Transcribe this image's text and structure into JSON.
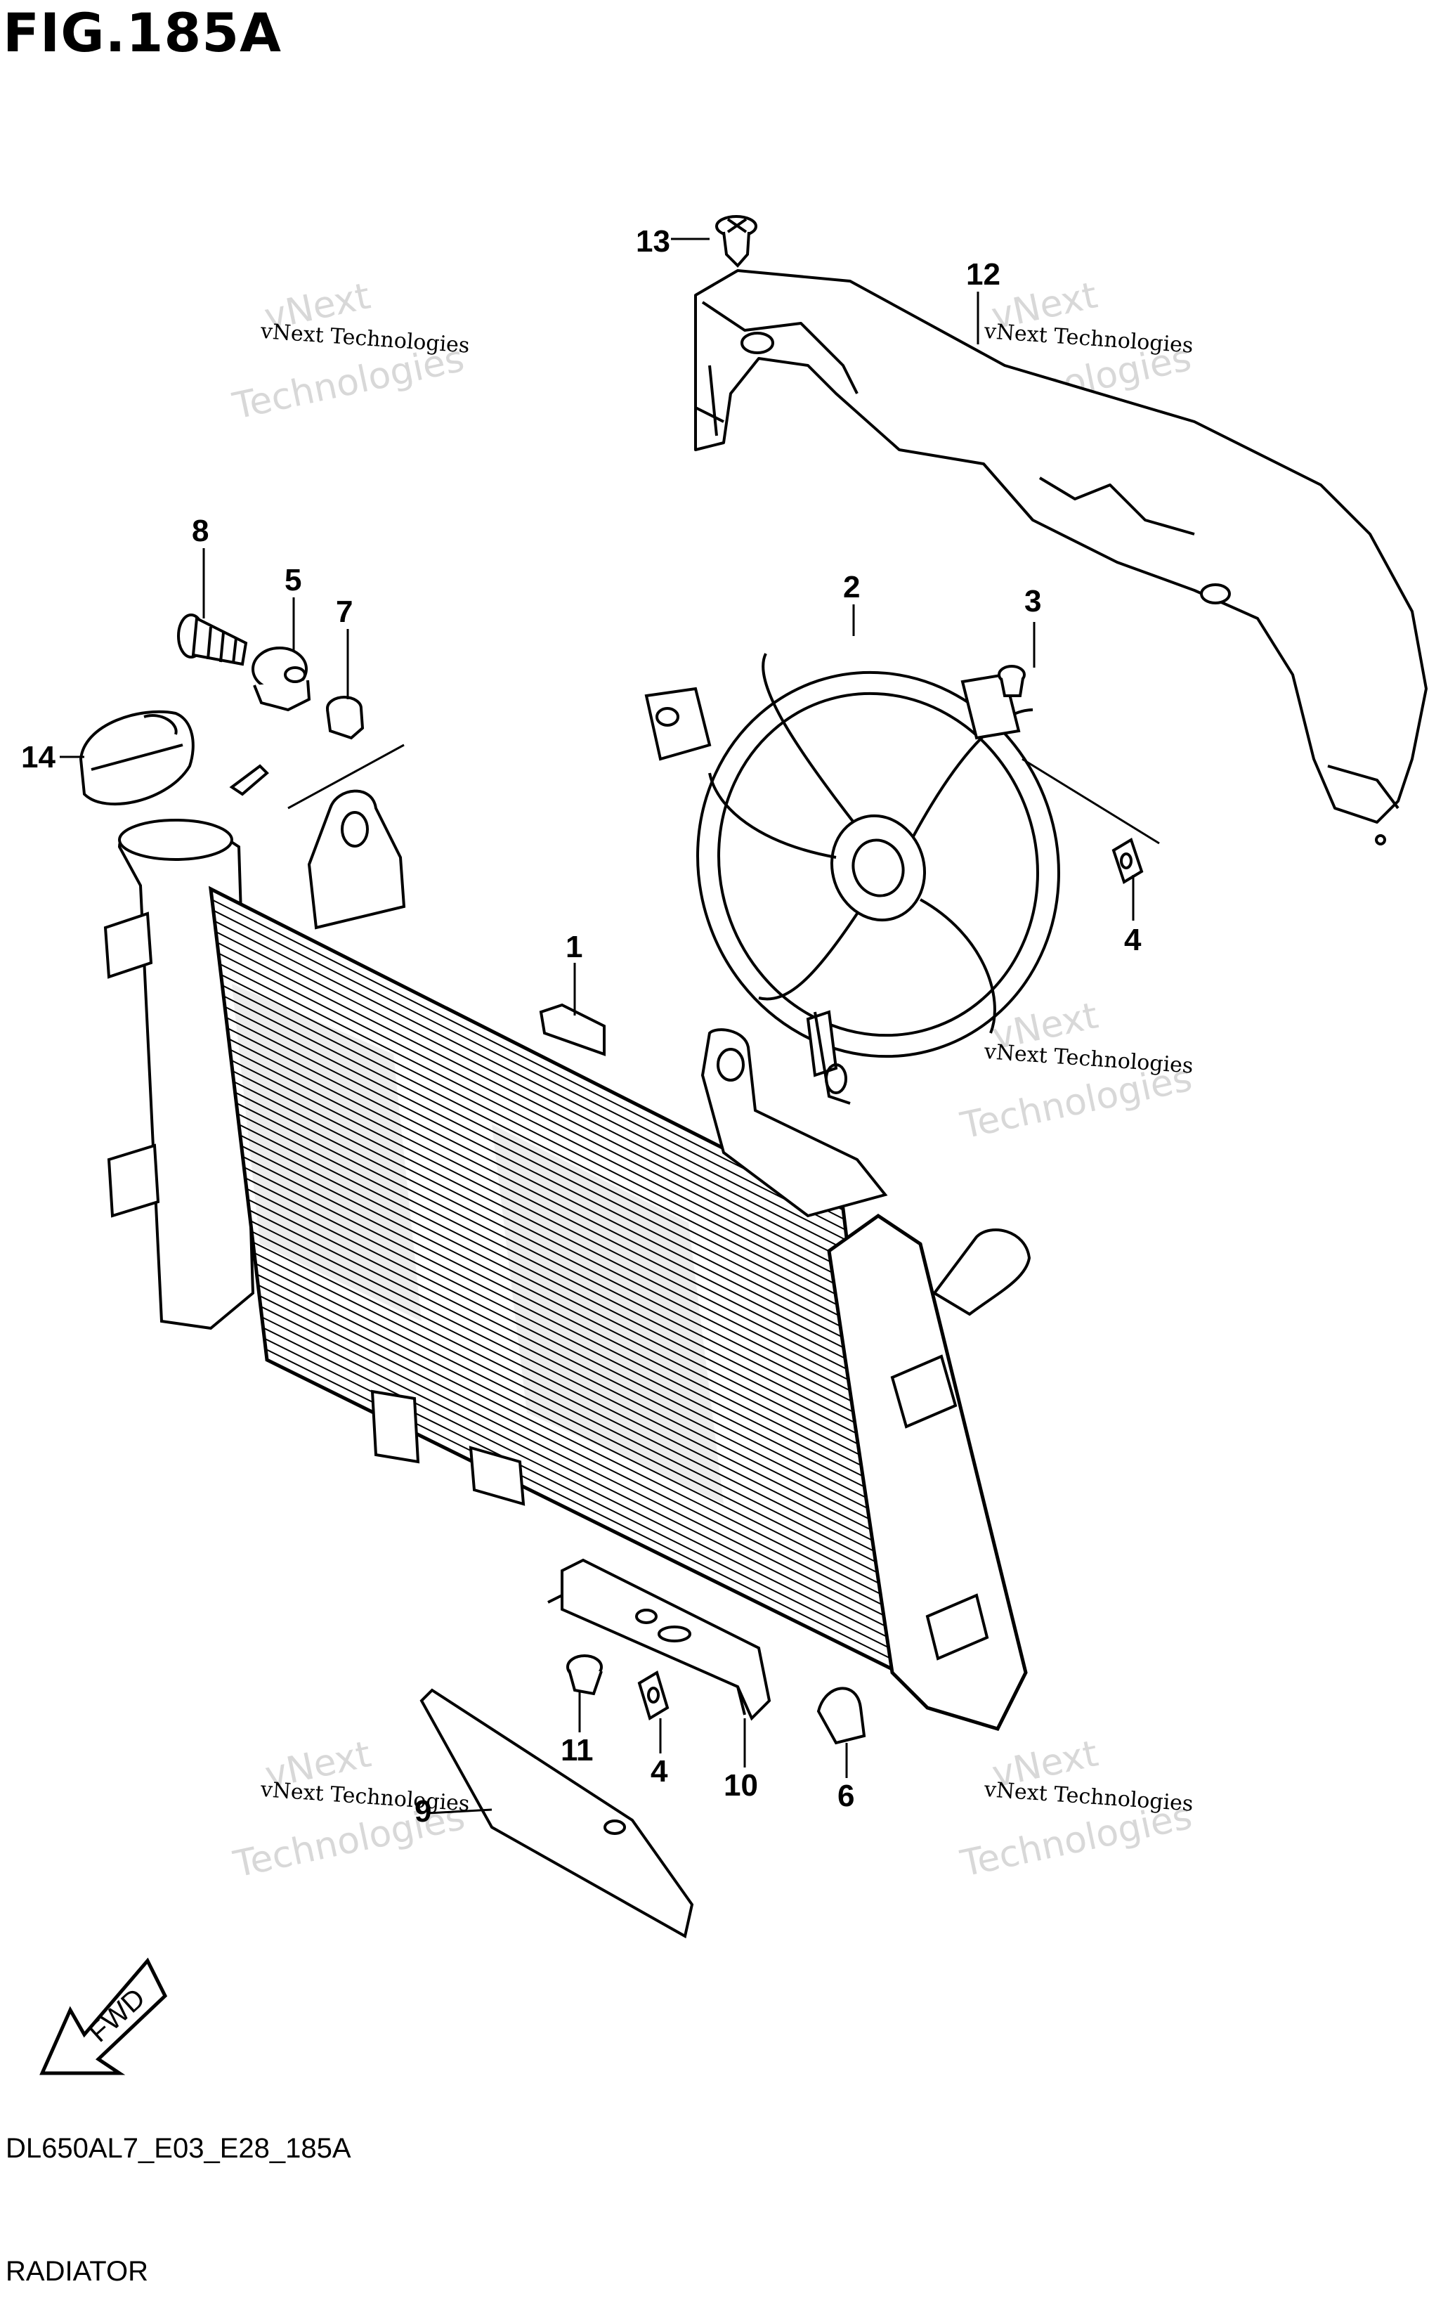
{
  "figure": {
    "title": "FIG.185A",
    "drawing_code": "DL650AL7_E03_E28_185A",
    "caption": "RADIATOR"
  },
  "watermark": {
    "small_text": "vNext Technologies",
    "big_line1": "vNext",
    "big_line2": "Technologies"
  },
  "fwd_label": "FWD",
  "callouts": [
    "13",
    "12",
    "8",
    "5",
    "7",
    "2",
    "3",
    "14",
    "1",
    "4",
    "11",
    "4",
    "10",
    "6",
    "9"
  ]
}
